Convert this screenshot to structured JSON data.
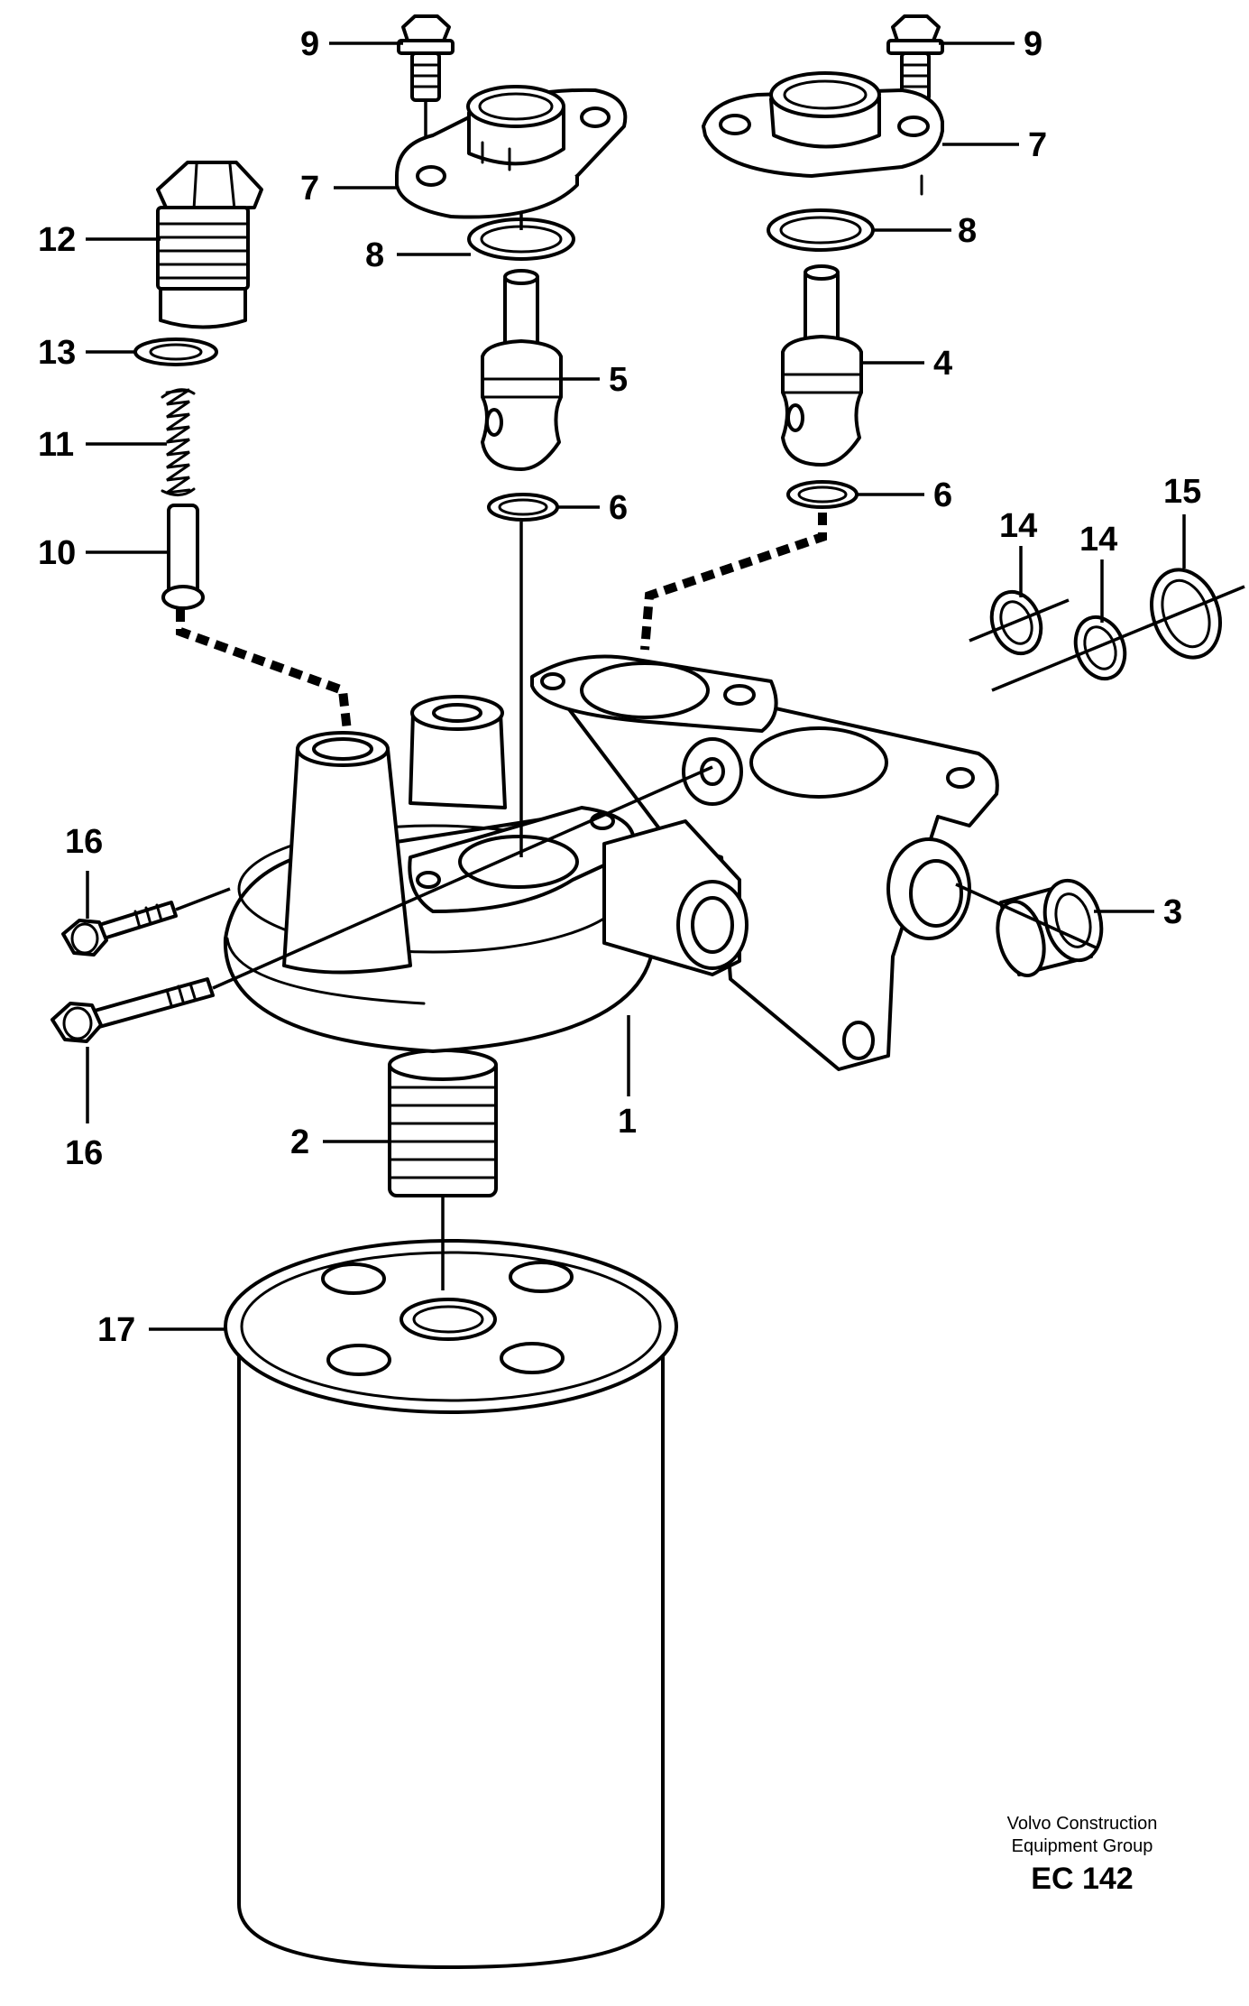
{
  "callouts": {
    "c1": "1",
    "c2": "2",
    "c3": "3",
    "c4": "4",
    "c5": "5",
    "c6a": "6",
    "c6b": "6",
    "c7a": "7",
    "c7b": "7",
    "c8a": "8",
    "c8b": "8",
    "c9a": "9",
    "c9b": "9",
    "c10": "10",
    "c11": "11",
    "c12": "12",
    "c13": "13",
    "c14a": "14",
    "c14b": "14",
    "c15": "15",
    "c16a": "16",
    "c16b": "16",
    "c17": "17"
  },
  "footer": {
    "line1": "Volvo Construction",
    "line2": "Equipment Group",
    "code": "EC 142"
  }
}
